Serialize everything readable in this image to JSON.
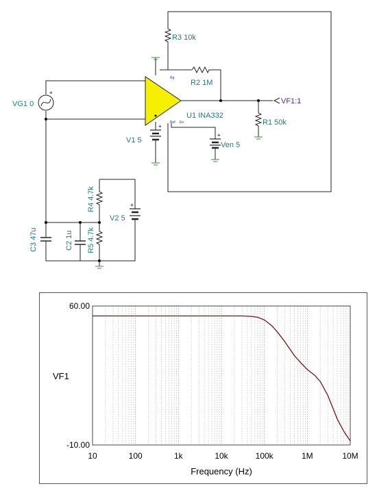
{
  "schematic": {
    "components": {
      "r3": "R3 10k",
      "r2": "R2 1M",
      "r1": "R1 50k",
      "u1": "U1 INA332",
      "vg1": "VG1 0",
      "v1": "V1 5",
      "ven": "Ven 5",
      "v2": "V2 5",
      "r4": "R4 4.7k",
      "r5": "R5 4.7k",
      "c3": "C3 47u",
      "c2": "C2 1u"
    },
    "pins": {
      "rg": "Rg",
      "ref": "Ref",
      "en": "En"
    },
    "probe": "VF1:1",
    "colors": {
      "opamp_fill": "#f5ef00",
      "label": "#1e7a80",
      "ground": "#3f8a3f"
    }
  },
  "chart_data": {
    "type": "line",
    "title": "",
    "xlabel": "Frequency (Hz)",
    "ylabel": "VF1",
    "xscale": "log",
    "xlim": [
      10,
      10000000
    ],
    "ylim": [
      -10,
      60
    ],
    "x_ticks": [
      "10",
      "100",
      "1k",
      "10k",
      "100k",
      "1M",
      "10M"
    ],
    "y_ticks": [
      "60.00",
      "-10.00"
    ],
    "grid": "vertical dotted",
    "line_color": "#7a1010",
    "series": [
      {
        "x": [
          10,
          1000,
          30000,
          50000,
          70000,
          100000,
          150000,
          200000,
          300000,
          500000,
          700000,
          1000000,
          1500000,
          2000000,
          3000000,
          5000000,
          7000000,
          10000000
        ],
        "y": [
          55,
          55,
          55,
          54.8,
          54.3,
          53,
          50,
          47,
          42,
          35,
          31.5,
          28,
          25,
          22,
          15,
          3,
          -3,
          -8
        ]
      }
    ]
  }
}
